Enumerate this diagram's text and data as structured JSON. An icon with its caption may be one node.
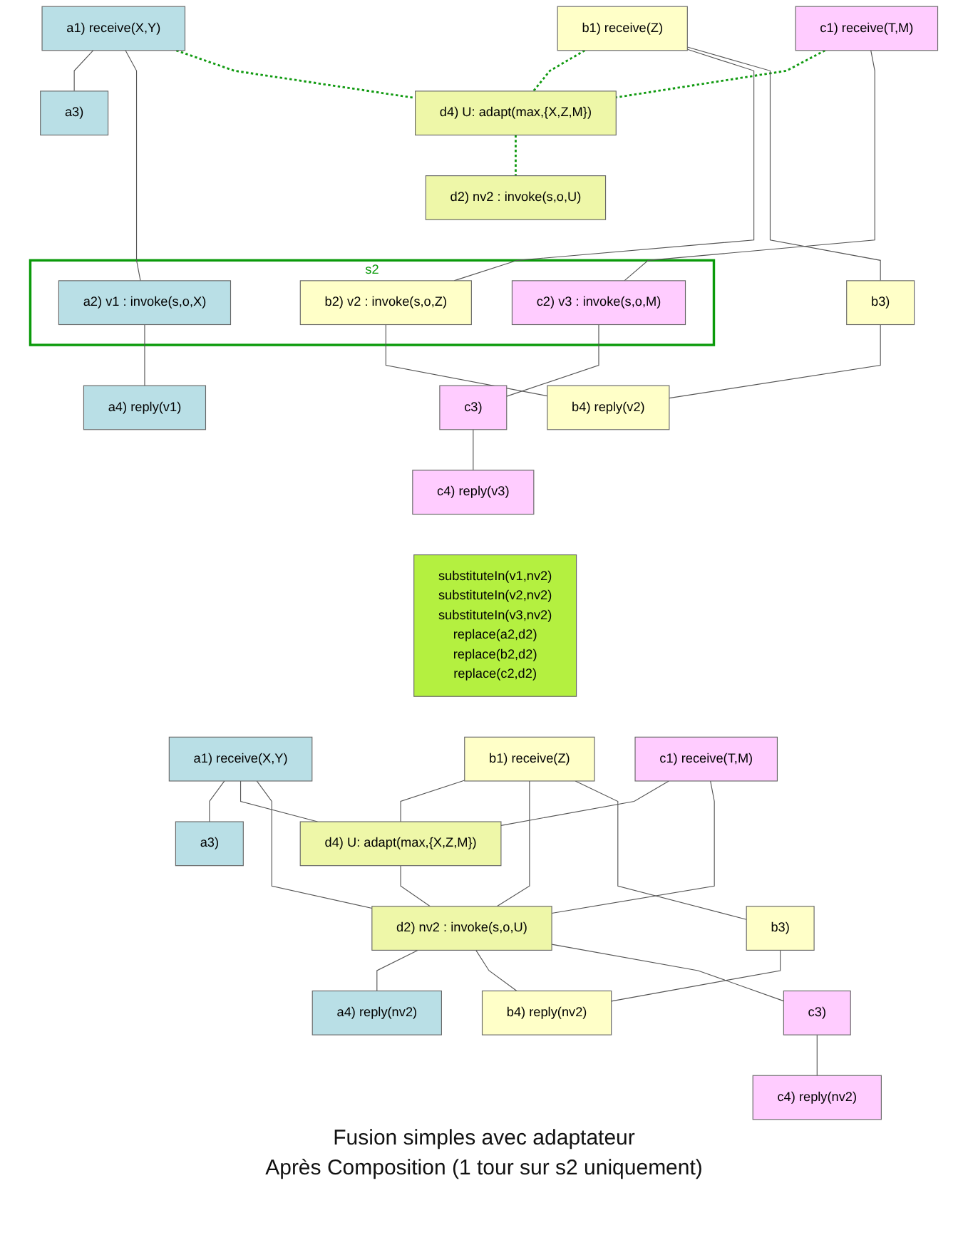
{
  "diagram": {
    "nodes": [
      {
        "text": [
          "a1) receive(X,Y)"
        ]
      },
      {
        "text": [
          "b1) receive(Z)"
        ]
      },
      {
        "text": [
          "c1) receive(T,M)"
        ]
      },
      {
        "text": [
          "d4) U: adapt(max,{X,Z,M})"
        ]
      },
      {
        "text": [
          "a3)"
        ]
      },
      {
        "text": [
          "b3)"
        ]
      },
      {
        "text": [
          "d2) nv2 : invoke(s,o,U)"
        ]
      },
      {
        "text": [
          "s2"
        ]
      },
      {
        "text": [
          "a2) v1 : invoke(s,o,X)"
        ],
        "in": 7
      },
      {
        "text": [
          "b2) v2 : invoke(s,o,Z)"
        ],
        "in": 7
      },
      {
        "text": [
          "c2) v3 : invoke(s,o,M)"
        ],
        "in": 7
      },
      {
        "text": [
          "c3)"
        ]
      },
      {
        "text": [
          "a4) reply(v1)"
        ]
      },
      {
        "text": [
          "b4) reply(v2)"
        ]
      },
      {
        "text": [
          "c4) reply(v3)"
        ]
      },
      {
        "text": [
          "substituteIn(v1,nv2)",
          "substituteIn(v2,nv2)",
          "substituteIn(v3,nv2)",
          "replace(a2,d2)",
          "replace(b2,d2)",
          "replace(c2,d2)"
        ]
      },
      {
        "text": [
          "a1) receive(X,Y)"
        ]
      },
      {
        "text": [
          "b1) receive(Z)"
        ]
      },
      {
        "text": [
          "c1) receive(T,M)"
        ]
      },
      {
        "text": [
          "d4) U: adapt(max,{X,Z,M})"
        ]
      },
      {
        "text": [
          "a3)"
        ]
      },
      {
        "text": [
          "b3)"
        ]
      },
      {
        "text": [
          "d2) nv2 : invoke(s,o,U)"
        ]
      },
      {
        "text": [
          "a4) reply(nv2)"
        ]
      },
      {
        "text": [
          "b4) reply(nv2)"
        ]
      },
      {
        "text": [
          "c3)"
        ]
      },
      {
        "text": [
          "c4) reply(nv2)"
        ]
      }
    ],
    "edges": [
      {
        "from": 0,
        "to": 4,
        "arrow": "none"
      },
      {
        "from": 0,
        "to": 8,
        "arrow": "none"
      },
      {
        "from": 0,
        "to": 3,
        "arrow": "none",
        "style": "dashed",
        "color": "#109a10"
      },
      {
        "from": 1,
        "to": 3,
        "arrow": "none",
        "style": "dashed",
        "color": "#109a10"
      },
      {
        "from": 2,
        "to": 3,
        "arrow": "none",
        "style": "dashed",
        "color": "#109a10"
      },
      {
        "from": 3,
        "to": 6,
        "arrow": "none",
        "style": "dashed",
        "color": "#109a10"
      },
      {
        "from": 1,
        "to": 9,
        "arrow": "none"
      },
      {
        "from": 1,
        "to": 5,
        "arrow": "none"
      },
      {
        "from": 2,
        "to": 10,
        "arrow": "none"
      },
      {
        "from": 8,
        "to": 12,
        "arrow": "none"
      },
      {
        "from": 9,
        "to": 13,
        "arrow": "none"
      },
      {
        "from": 5,
        "to": 13,
        "arrow": "none"
      },
      {
        "from": 10,
        "to": 11,
        "arrow": "none"
      },
      {
        "from": 11,
        "to": 14,
        "arrow": "none"
      },
      {
        "from": 16,
        "to": 20,
        "arrow": "none"
      },
      {
        "from": 16,
        "to": 19,
        "arrow": "none"
      },
      {
        "from": 16,
        "to": 22,
        "arrow": "none"
      },
      {
        "from": 17,
        "to": 19,
        "arrow": "none"
      },
      {
        "from": 17,
        "to": 22,
        "arrow": "none"
      },
      {
        "from": 17,
        "to": 21,
        "arrow": "none"
      },
      {
        "from": 18,
        "to": 19,
        "arrow": "none"
      },
      {
        "from": 18,
        "to": 22,
        "arrow": "none"
      },
      {
        "from": 19,
        "to": 22,
        "arrow": "none"
      },
      {
        "from": 21,
        "to": 24,
        "arrow": "none"
      },
      {
        "from": 22,
        "to": 23,
        "arrow": "none"
      },
      {
        "from": 22,
        "to": 24,
        "arrow": "none"
      },
      {
        "from": 22,
        "to": 25,
        "arrow": "none"
      },
      {
        "from": 25,
        "to": 26,
        "arrow": "none"
      }
    ],
    "labels": [
      "Fusion simples avec adaptateur",
      "Après Composition (1 tour sur s2 uniquement)"
    ]
  }
}
